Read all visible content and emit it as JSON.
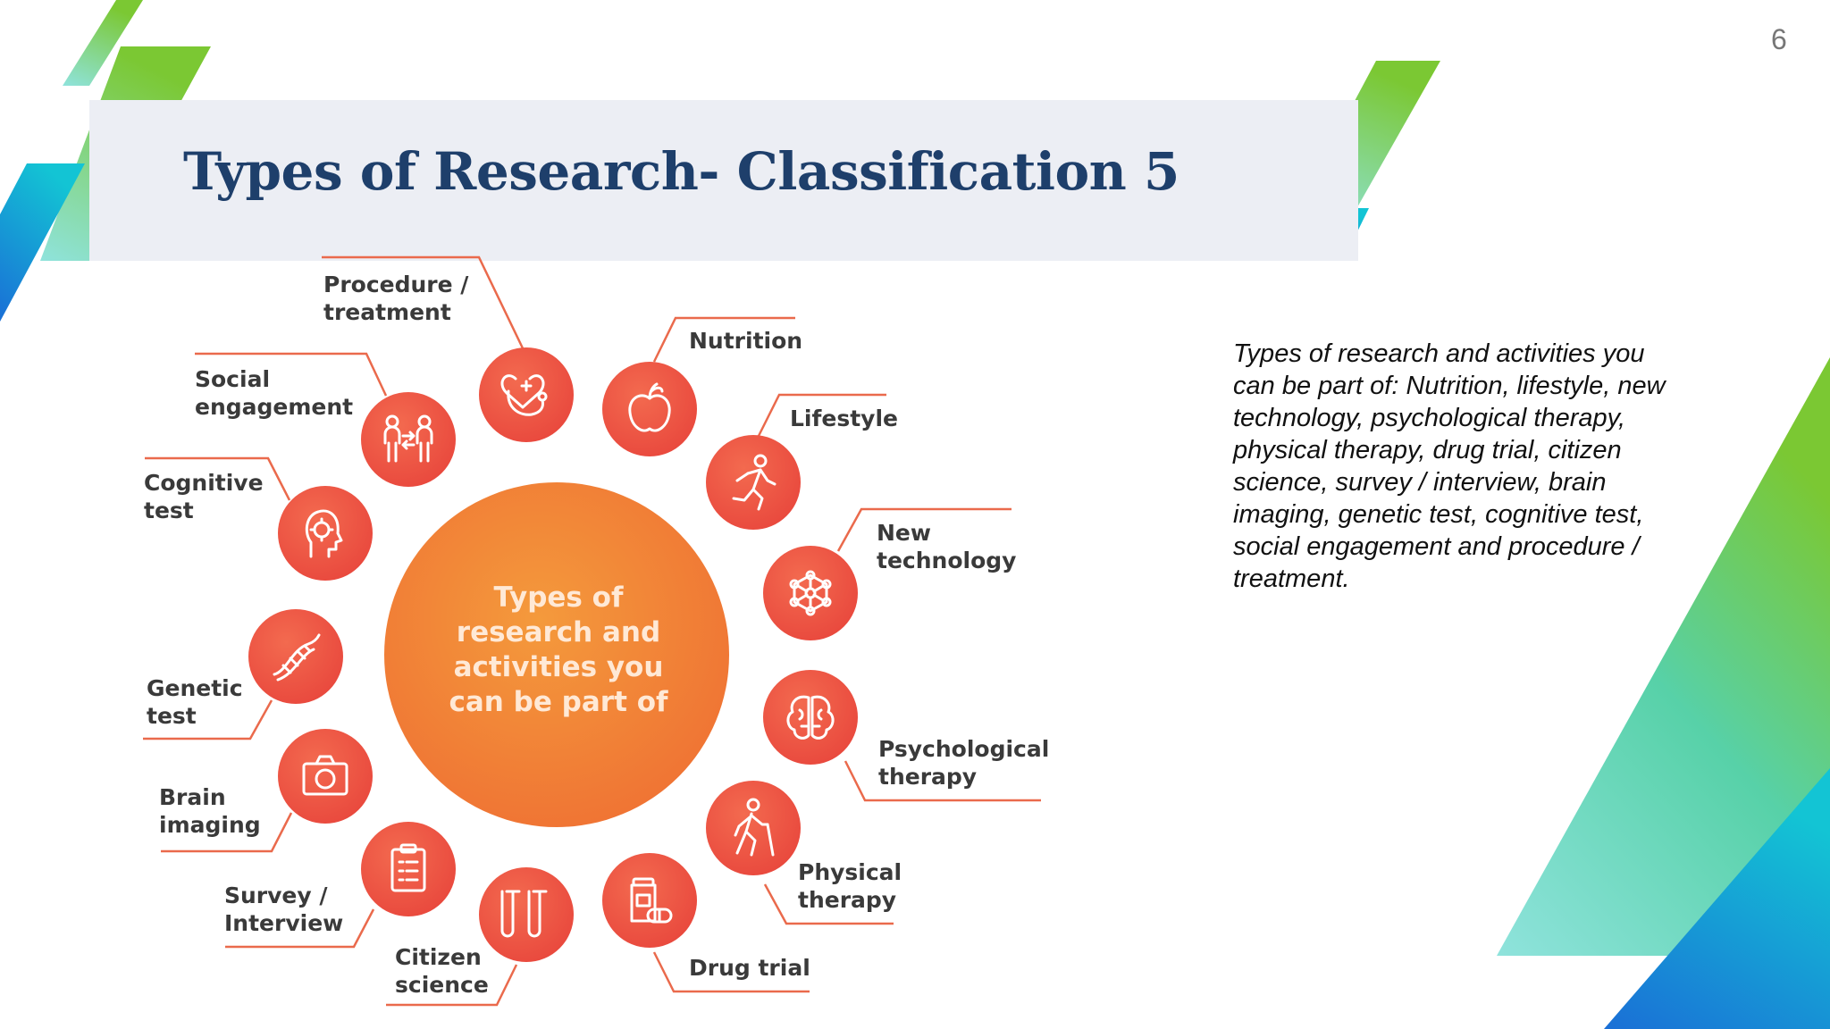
{
  "page_number": "6",
  "title": "Types of Research- Classification 5",
  "description": "Types of research and activities you can be part of: Nutrition, lifestyle, new technology, psychological therapy, physical therapy, drug trial, citizen science, survey / interview, brain imaging, genetic test, cognitive test, social engagement and procedure / treatment.",
  "diagram": {
    "center_lines": [
      "Types of",
      "research and",
      "activities you",
      "can be part of"
    ],
    "items": [
      {
        "icon": "medical-heart-stethoscope-icon",
        "lines": [
          "Procedure /",
          "treatment"
        ]
      },
      {
        "icon": "apple-icon",
        "lines": [
          "Nutrition"
        ]
      },
      {
        "icon": "running-person-icon",
        "lines": [
          "Lifestyle"
        ]
      },
      {
        "icon": "network-molecule-icon",
        "lines": [
          "New",
          "technology"
        ]
      },
      {
        "icon": "brain-icon",
        "lines": [
          "Psychological",
          "therapy"
        ]
      },
      {
        "icon": "walking-cane-icon",
        "lines": [
          "Physical",
          "therapy"
        ]
      },
      {
        "icon": "pill-bottle-icon",
        "lines": [
          "Drug trial"
        ]
      },
      {
        "icon": "test-tubes-icon",
        "lines": [
          "Citizen",
          "science"
        ]
      },
      {
        "icon": "clipboard-icon",
        "lines": [
          "Survey /",
          "Interview"
        ]
      },
      {
        "icon": "camera-icon",
        "lines": [
          "Brain",
          "imaging"
        ]
      },
      {
        "icon": "dna-icon",
        "lines": [
          "Genetic",
          "test"
        ]
      },
      {
        "icon": "head-gear-icon",
        "lines": [
          "Cognitive",
          "test"
        ]
      },
      {
        "icon": "two-people-icon",
        "lines": [
          "Social",
          "engagement"
        ]
      }
    ]
  },
  "colors": {
    "title": "#1e3f6b",
    "center": "#f07a35",
    "icon_circle": "#ee5244",
    "connector": "#ea6a4c",
    "green": "#7dc832",
    "teal": "#7fded8",
    "blue": "#1f87d8"
  }
}
